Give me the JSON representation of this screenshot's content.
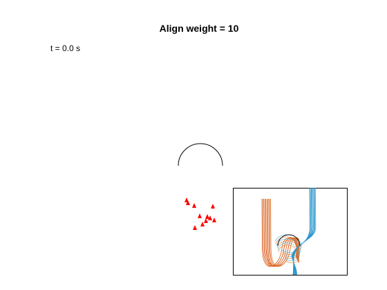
{
  "figure": {
    "title": "Align weight = 10",
    "timestamp": "t = 0.0 s"
  },
  "colors": {
    "agents": "#ff0000",
    "obstacle": "#000000",
    "inset_border": "#000000",
    "trail_orange_1": "#d95319",
    "trail_orange_2": "#e07a2f",
    "trail_blue_1": "#0072bd",
    "trail_blue_2": "#4db3d6"
  },
  "agents": {
    "count": 11,
    "icon": "triangle-marker"
  },
  "obstacle": {
    "icon": "semicircle-arc"
  },
  "inset": {
    "description_icon": "trajectory-trails"
  }
}
